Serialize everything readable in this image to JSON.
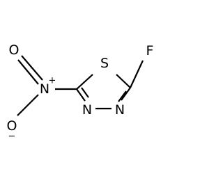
{
  "molecule": {
    "atoms": {
      "sulfur": "S",
      "fluorine": "F",
      "nitrogen_ring_right": "N",
      "nitrogen_ring_left": "N",
      "nitrogen_nitro": "N",
      "nitro_oxygen_top": "O",
      "nitro_oxygen_bottom": "O"
    },
    "charges": {
      "nitro_nitrogen": "+",
      "nitro_oxygen_bottom": "−"
    },
    "colors": {
      "ink": "#000000",
      "background": "#ffffff"
    }
  }
}
